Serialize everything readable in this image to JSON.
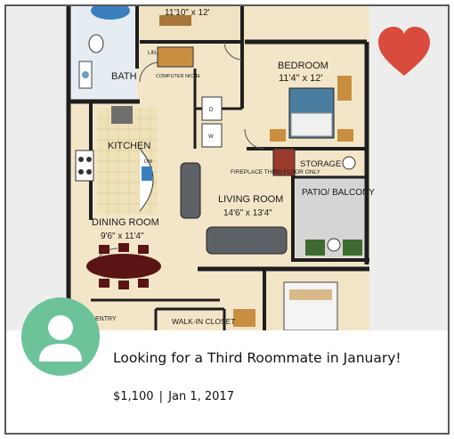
{
  "listing": {
    "title": "Looking for a Third Roommate in January!",
    "price": "$1,100",
    "separator": "|",
    "date": "Jan 1, 2017"
  },
  "floorplan": {
    "labels": {
      "top_room_dims": "11'10\" x 12'",
      "bath": "BATH",
      "lin": "LIN.",
      "computer_niche": "COMPUTER NICHE",
      "bedroom": "BEDROOM",
      "bedroom_dims": "11'4\" x 12'",
      "kitchen": "KITCHEN",
      "dw": "DW",
      "d": "D",
      "w": "W",
      "fireplace": "FIREPLACE THIRD FLOOR ONLY",
      "storage": "STORAGE",
      "patio": "PATIO/ BALCONY",
      "living_room": "LIVING ROOM",
      "living_dims": "14'6\" x 13'4\"",
      "dining_room": "DINING ROOM",
      "dining_dims": "9'6\" x 11'4\"",
      "entry": "ENTRY",
      "walk_in_closet": "WALK-IN CLOSET"
    }
  },
  "icons": {
    "favorite": "heart-icon",
    "avatar": "user-avatar-icon"
  },
  "colors": {
    "heart": "#d94b3c",
    "avatar_bg": "#6cc39a",
    "card_border": "#5a5a5a"
  }
}
